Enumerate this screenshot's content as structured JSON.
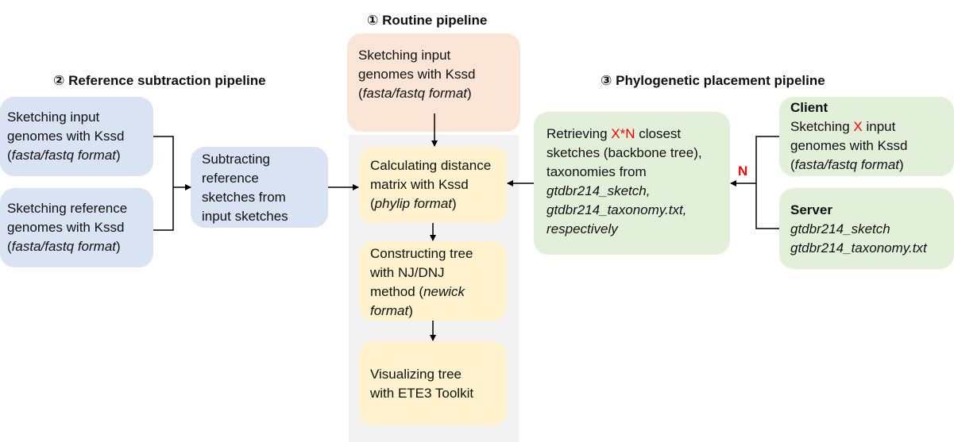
{
  "headings": {
    "routine": "① Routine pipeline",
    "reference": "② Reference subtraction pipeline",
    "phylo": "③ Phylogenetic placement pipeline"
  },
  "routine": {
    "sketch_input": [
      "Sketching input",
      "genomes with Kssd",
      "(",
      "fasta/fastq format",
      ")"
    ],
    "calc_distance": [
      "Calculating distance",
      "matrix with Kssd",
      "(",
      "phylip format",
      ")"
    ],
    "construct_tree": [
      "Constructing tree",
      "with NJ/DNJ",
      "method (",
      "newick",
      "format",
      ")"
    ],
    "visualize": [
      "Visualizing tree",
      "with ETE3 Toolkit"
    ]
  },
  "reference": {
    "sketch_input": [
      "Sketching input",
      "genomes with Kssd",
      "(",
      "fasta/fastq format",
      ")"
    ],
    "sketch_reference": [
      "Sketching reference",
      "genomes with Kssd",
      "(",
      "fasta/fastq format",
      ")"
    ],
    "subtract": [
      "Subtracting",
      "reference",
      "sketches from",
      "input sketches"
    ]
  },
  "phylo": {
    "retrieve": [
      "Retrieving ",
      "X*N",
      " closest",
      "sketches (backbone tree),",
      "taxonomies from",
      "gtdbr214_sketch,",
      "gtdbr214_taxonomy.txt,",
      "respectively"
    ],
    "client": [
      "Client",
      "Sketching ",
      "X",
      " input",
      "genomes with Kssd",
      "(",
      "fasta/fastq format",
      ")"
    ],
    "server": [
      "Server",
      "gtdbr214_sketch",
      "gtdbr214_taxonomy.txt"
    ],
    "n_label": "N"
  },
  "colors": {
    "blue": "#dae3f3",
    "orange": "#fbe5d6",
    "yellow": "#fff2cc",
    "green": "#e2f0d9",
    "panel": "#f2f2f2",
    "accent_red": "#ff0000"
  }
}
